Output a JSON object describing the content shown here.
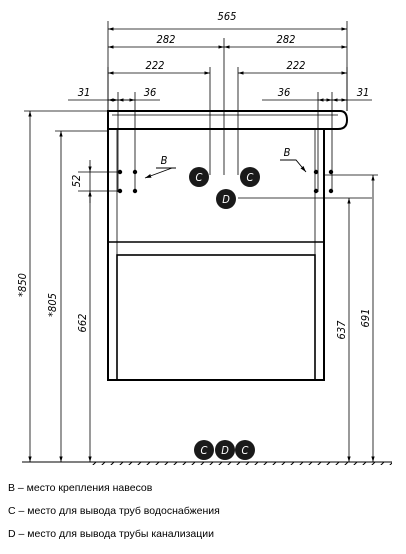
{
  "dimensions": {
    "total_width": "565",
    "half_width_left": "282",
    "half_width_right": "282",
    "offset_left": "222",
    "offset_right": "222",
    "edge_left": "31",
    "edge_right": "31",
    "hook_left": "36",
    "hook_right": "36",
    "hook_spacing": "52",
    "total_height": "*850",
    "body_height": "*805",
    "left_mark_height": "662",
    "right_mark_height_1": "637",
    "right_mark_height_2": "691"
  },
  "markers": {
    "b": "B",
    "c": "C",
    "d": "D"
  },
  "legend": [
    "B – место крепления навесов",
    "C – место для вывода труб водоснабжения",
    "D – место для вывода трубы канализации"
  ]
}
